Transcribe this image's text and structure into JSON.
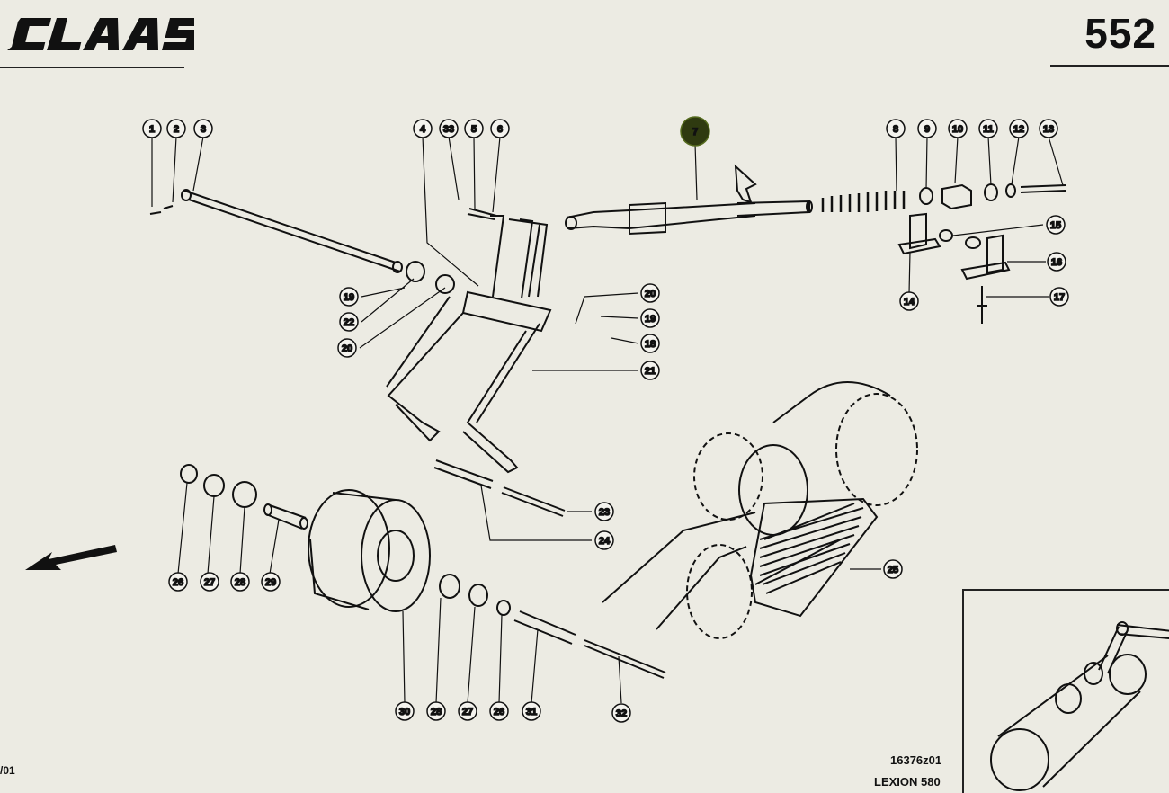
{
  "header": {
    "brand": "CLAAS",
    "page_number": "552"
  },
  "footer": {
    "drawing_ref": "16376z01",
    "model": "LEXION 580",
    "edge_text": "/01"
  },
  "callouts": [
    "1",
    "2",
    "3",
    "4",
    "33",
    "5",
    "6",
    "7",
    "8",
    "9",
    "10",
    "11",
    "12",
    "13",
    "15",
    "16",
    "17",
    "14",
    "19",
    "22",
    "20",
    "20",
    "19",
    "18",
    "21",
    "23",
    "24",
    "25",
    "26",
    "27",
    "28",
    "29",
    "30",
    "28",
    "27",
    "26",
    "31",
    "32"
  ],
  "highlighted_callout": "7"
}
